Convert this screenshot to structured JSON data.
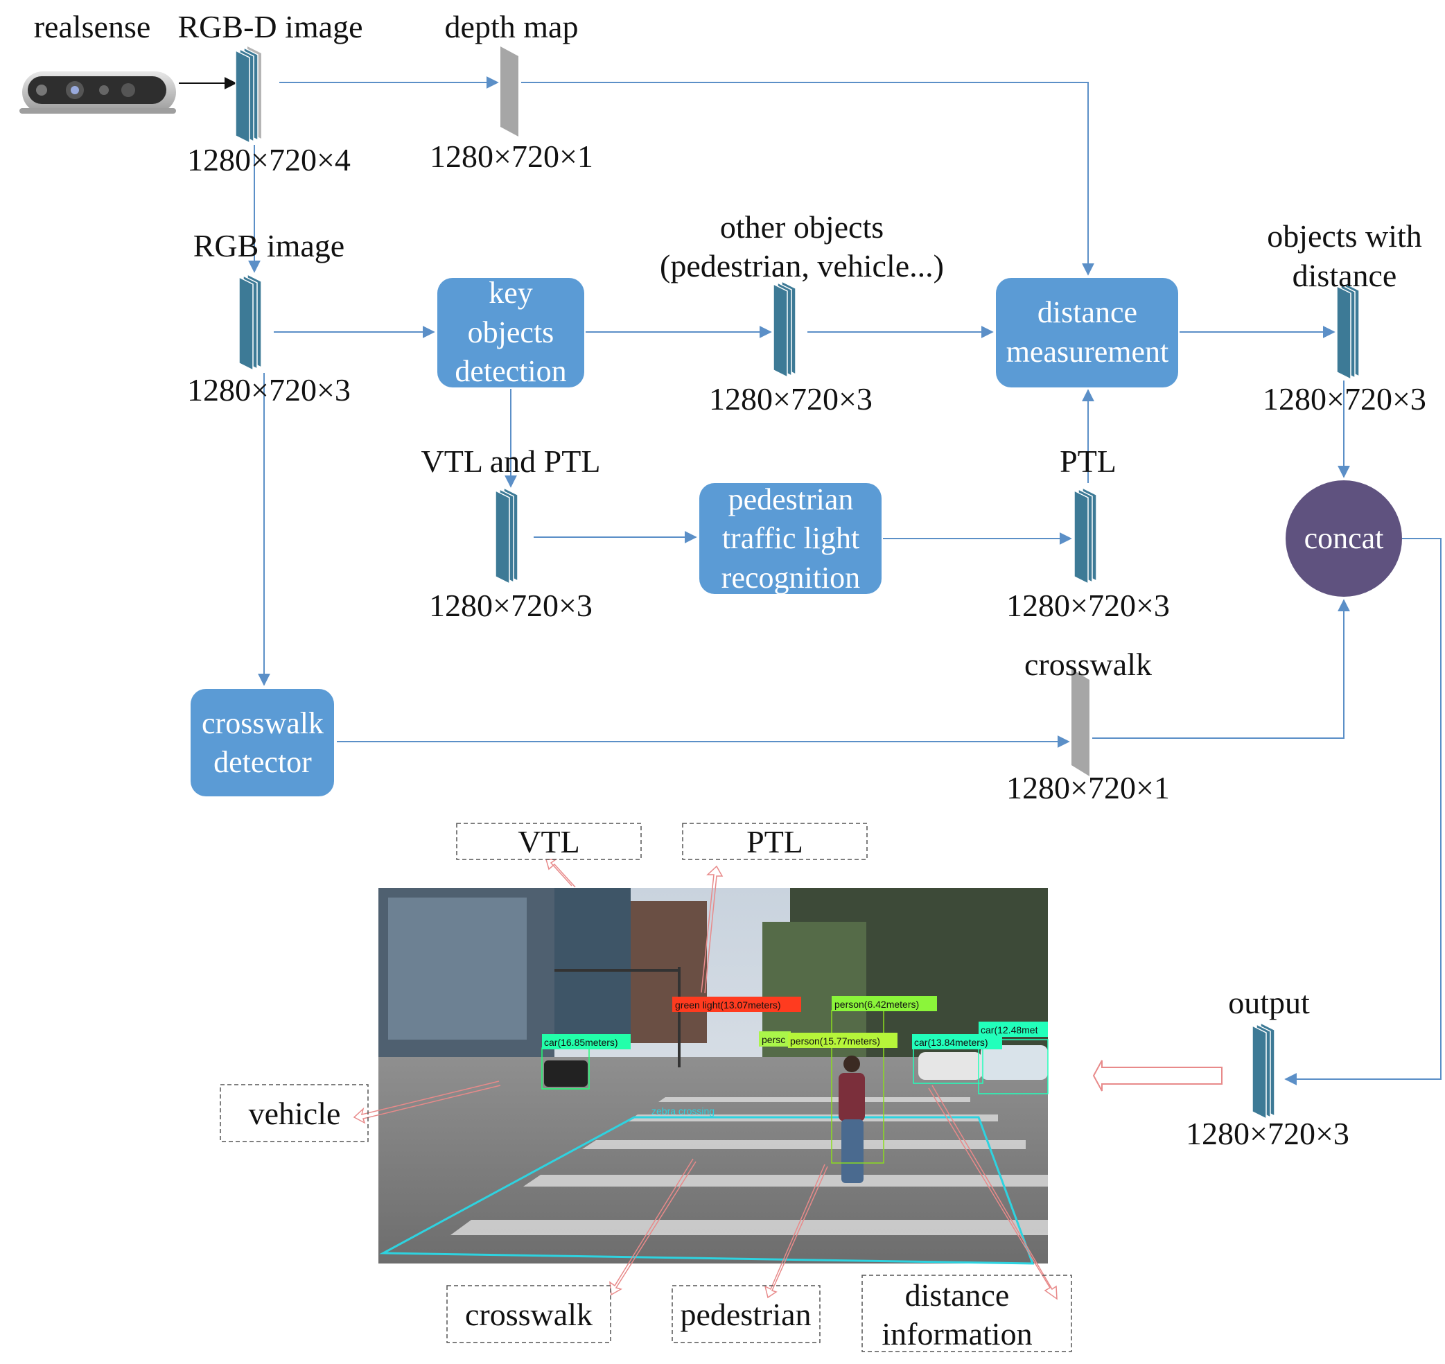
{
  "labels": {
    "realsense": "realsense",
    "rgbd_image": "RGB-D image",
    "depth_map": "depth map",
    "rgb_image": "RGB image",
    "other_objects_l1": "other objects",
    "other_objects_l2": "(pedestrian, vehicle...)",
    "objects_with_l1": "objects with",
    "objects_with_l2": "distance",
    "vtl_and_ptl": "VTL and PTL",
    "ptl": "PTL",
    "crosswalk": "crosswalk",
    "output": "output"
  },
  "dims": {
    "rgbd": "1280×720×4",
    "depth": "1280×720×1",
    "rgb": "1280×720×3",
    "other": "1280×720×3",
    "objwd": "1280×720×3",
    "vtlptl": "1280×720×3",
    "ptl": "1280×720×3",
    "crosswalk": "1280×720×1",
    "output": "1280×720×3"
  },
  "boxes": {
    "key_l1": "key",
    "key_l2": "objects",
    "key_l3": "detection",
    "dist_l1": "distance",
    "dist_l2": "measurement",
    "ptlr_l1": "pedestrian",
    "ptlr_l2": "traffic light",
    "ptlr_l3": "recognition",
    "cw_l1": "crosswalk",
    "cw_l2": "detector",
    "concat": "concat"
  },
  "callouts": {
    "vtl": "VTL",
    "ptl": "PTL",
    "vehicle": "vehicle",
    "crosswalk": "crosswalk",
    "pedestrian": "pedestrian",
    "dist_l1": "distance",
    "dist_l2": "information"
  },
  "photo_tags": {
    "green_light": "green light(13.07meters)",
    "person1": "person(6.42meters)",
    "person2": "person(15.77meters)",
    "person3": "persc",
    "car1": "car(16.85meters)",
    "car2": "car(13.84meters)",
    "car3": "car(12.48met",
    "zebra": "zebra crossing"
  },
  "colors": {
    "box_blue": "#5b9bd5",
    "tensor_teal": "#3d7a96",
    "tensor_gray": "#a6a6a6",
    "concat_purple": "#5f527f",
    "arrow_blue": "#5b8fc7",
    "crosswalk_cyan": "#2ed3e0",
    "callout_pink": "#e88a8a"
  }
}
